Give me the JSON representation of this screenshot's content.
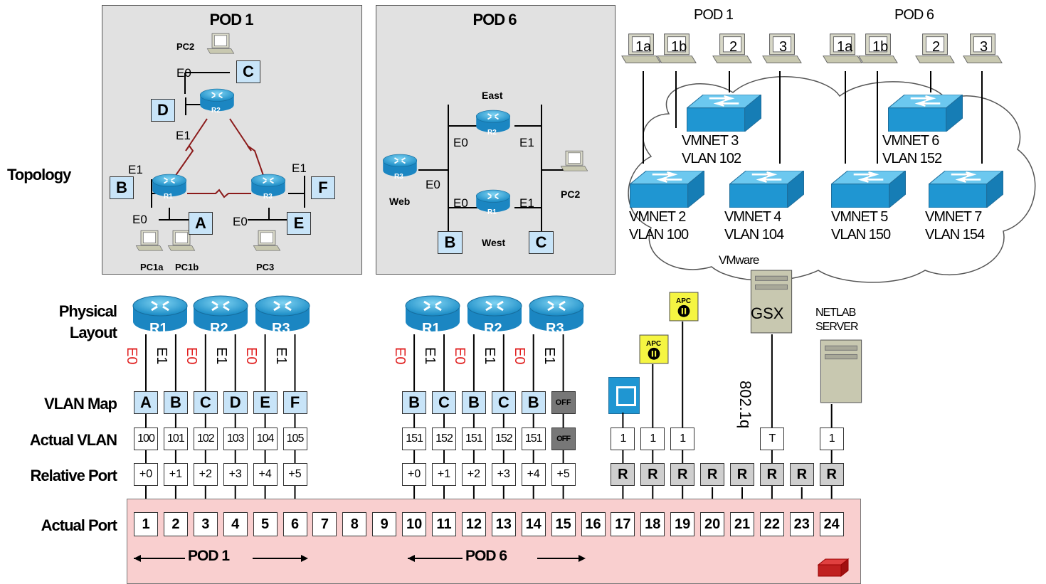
{
  "row_labels": {
    "topology": "Topology",
    "physical_layout_1": "Physical",
    "physical_layout_2": "Layout",
    "vlan_map": "VLAN Map",
    "actual_vlan": "Actual VLAN",
    "relative_port": "Relative Port",
    "actual_port": "Actual Port"
  },
  "pod1_topology": {
    "title": "POD 1",
    "pc2": "PC2",
    "pc1a": "PC1a",
    "pc1b": "PC1b",
    "pc3": "PC3",
    "r1": "R1",
    "r2": "R2",
    "r3": "R3",
    "e0": "E0",
    "e1": "E1",
    "boxes": {
      "a": "A",
      "b": "B",
      "c": "C",
      "d": "D",
      "e": "E",
      "f": "F"
    }
  },
  "pod6_topology": {
    "title": "POD 6",
    "east": "East",
    "west": "West",
    "web": "Web",
    "pc2": "PC2",
    "r1": "R1",
    "r2": "R2",
    "r3": "R3",
    "e0": "E0",
    "e1": "E1",
    "boxes": {
      "b": "B",
      "c": "C"
    }
  },
  "cloud": {
    "pod1_title": "POD 1",
    "pod6_title": "POD 6",
    "pcs": [
      "1a",
      "1b",
      "2",
      "3",
      "1a",
      "1b",
      "2",
      "3"
    ],
    "vmnets": [
      {
        "name": "VMNET 3",
        "vlan": "VLAN 102"
      },
      {
        "name": "VMNET 6",
        "vlan": "VLAN 152"
      },
      {
        "name": "VMNET 2",
        "vlan": "VLAN 100"
      },
      {
        "name": "VMNET 4",
        "vlan": "VLAN 104"
      },
      {
        "name": "VMNET 5",
        "vlan": "VLAN 150"
      },
      {
        "name": "VMNET 7",
        "vlan": "VLAN 154"
      }
    ],
    "vmware": "VMware"
  },
  "physical": {
    "pod1_routers": [
      "R1",
      "R2",
      "R3"
    ],
    "pod6_routers": [
      "R1",
      "R2",
      "R3"
    ],
    "e0": "E0",
    "e1": "E1",
    "apc": "APC",
    "gsx": "GSX",
    "dot1q": "802.1q",
    "netlab_1": "NETLAB",
    "netlab_2": "SERVER"
  },
  "vlan_map": [
    "A",
    "B",
    "C",
    "D",
    "E",
    "F",
    "B",
    "C",
    "B",
    "C",
    "B",
    "OFF"
  ],
  "actual_vlan": [
    "100",
    "101",
    "102",
    "103",
    "104",
    "105",
    "151",
    "152",
    "151",
    "152",
    "151",
    "OFF",
    "1",
    "1",
    "1",
    "T",
    "1"
  ],
  "relative_port": [
    "+0",
    "+1",
    "+2",
    "+3",
    "+4",
    "+5",
    "+0",
    "+1",
    "+2",
    "+3",
    "+4",
    "+5",
    "R",
    "R",
    "R",
    "R",
    "R",
    "R",
    "R",
    "R"
  ],
  "actual_ports": [
    "1",
    "2",
    "3",
    "4",
    "5",
    "6",
    "7",
    "8",
    "9",
    "10",
    "11",
    "12",
    "13",
    "14",
    "15",
    "16",
    "17",
    "18",
    "19",
    "20",
    "21",
    "22",
    "23",
    "24"
  ],
  "pod_labels": {
    "pod1": "POD 1",
    "pod6": "POD 6"
  }
}
